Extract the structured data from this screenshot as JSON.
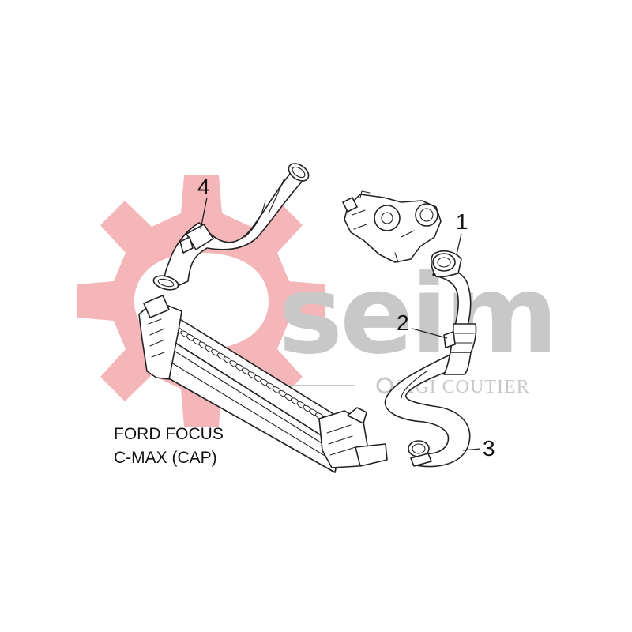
{
  "watermark": {
    "brand_text": "seim",
    "sub_text": "MGI COUTIER",
    "gear_color": "#f4b6b8",
    "text_color": "#c8c8c8"
  },
  "callouts": [
    {
      "id": "1",
      "label": "1"
    },
    {
      "id": "2",
      "label": "2"
    },
    {
      "id": "3",
      "label": "3"
    },
    {
      "id": "4",
      "label": "4"
    }
  ],
  "caption": {
    "line1": "FORD FOCUS",
    "line2": "C-MAX (CAP)"
  },
  "highlight_color": "#d42030",
  "line_color": "#222222"
}
